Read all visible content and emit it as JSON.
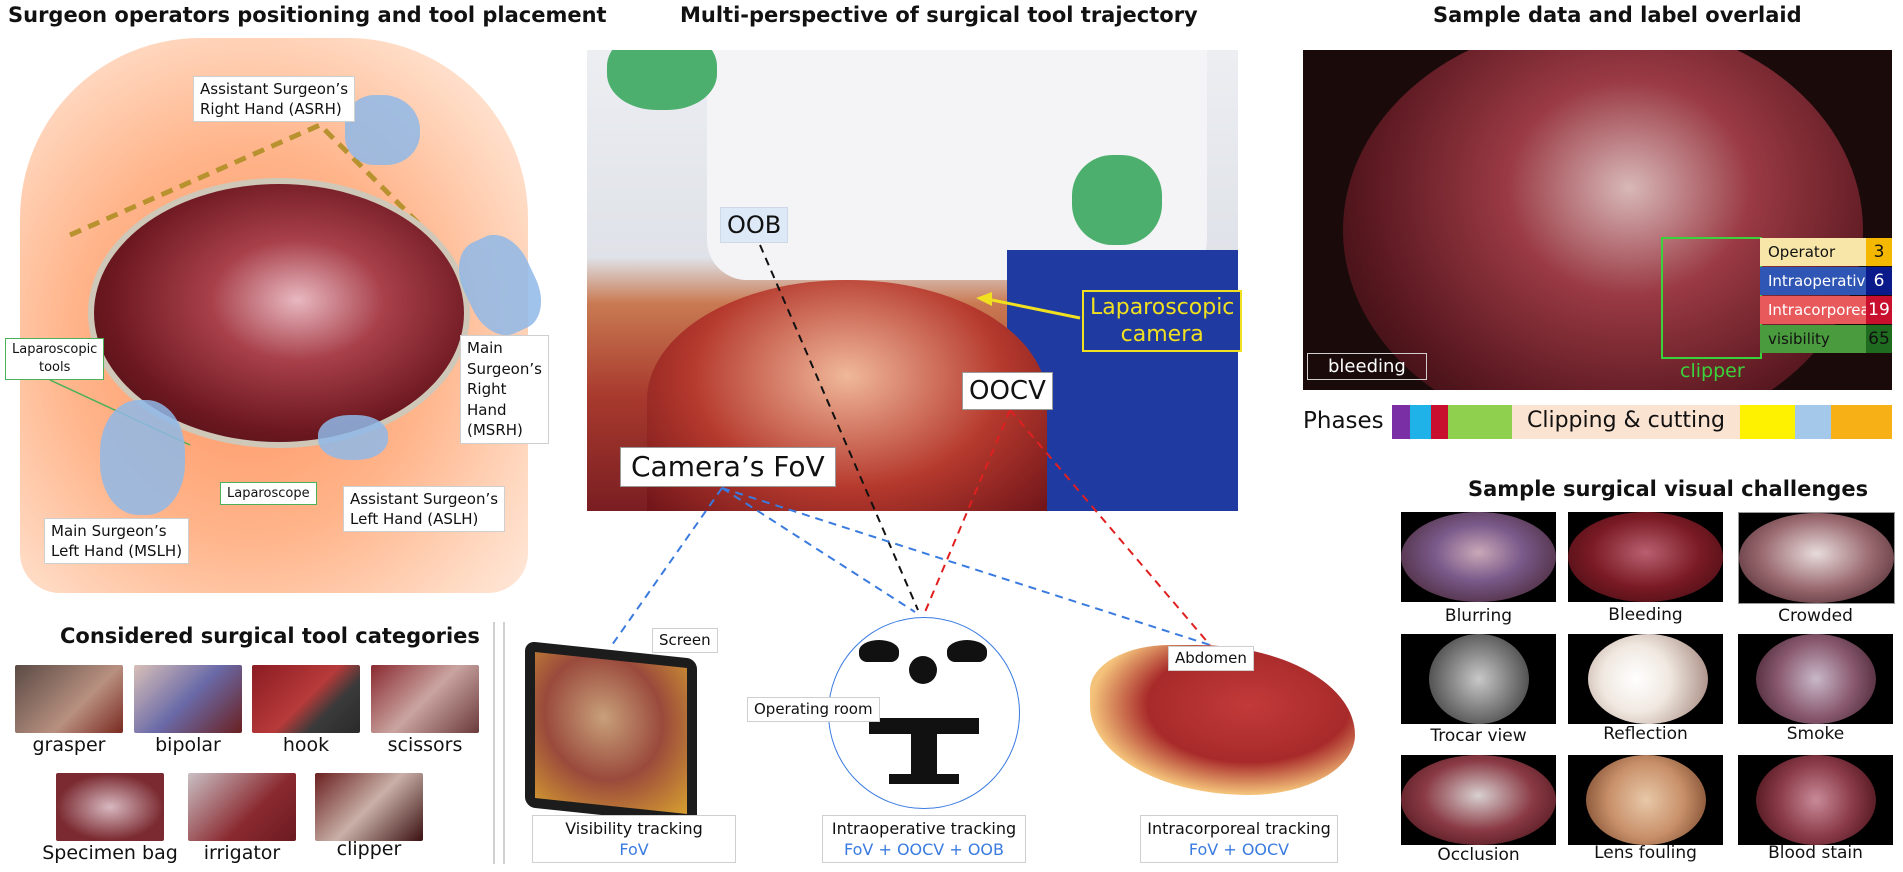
{
  "titles": {
    "left": "Surgeon operators positioning and tool placement",
    "middle": "Multi-perspective of surgical tool trajectory",
    "right": "Sample data and label overlaid",
    "tools": "Considered surgical tool categories",
    "challenges": "Sample surgical visual challenges"
  },
  "positioning": {
    "asrh": "Assistant Surgeon’s\nRight Hand (ASRH)",
    "msrh": "Main\nSurgeon’s\nRight\nHand\n(MSRH)",
    "aslh": "Assistant Surgeon’s\nLeft Hand (ASLH)",
    "mslh": "Main Surgeon’s\nLeft Hand (MSLH)",
    "tools": "Laparoscopic\ntools",
    "scope": "Laparoscope"
  },
  "trajectory": {
    "oob": "OOB",
    "oocv": "OOCV",
    "fov": "Camera’s FoV",
    "camera": "Laparoscopic\ncamera",
    "screen": "Screen",
    "room": "Operating room",
    "abdomen": "Abdomen",
    "track1_title": "Visibility tracking",
    "track1_sub": "FoV",
    "track2_title": "Intraoperative tracking",
    "track2_sub": "FoV + OOCV + OOB",
    "track3_title": "Intracorporeal tracking",
    "track3_sub": "FoV + OOCV"
  },
  "overlay": {
    "bleeding": "bleeding",
    "clipper": "clipper",
    "stats": [
      {
        "label": "Operator",
        "value": "3",
        "bg": "#f7e6a8",
        "num_bg": "#f5b800",
        "color": "#111"
      },
      {
        "label": "Intraoperative",
        "value": "6",
        "bg": "#2f56b5",
        "num_bg": "#0b1a8a",
        "color": "#fff"
      },
      {
        "label": "Intracorporeal",
        "value": "19",
        "bg": "#e8595c",
        "num_bg": "#c8102e",
        "color": "#fff"
      },
      {
        "label": "visibility",
        "value": "65",
        "bg": "#4a9a3e",
        "num_bg": "#1f6b1f",
        "color": "#111"
      }
    ],
    "phases_label": "Phases",
    "phase_text": "Clipping & cutting",
    "phase_colors": [
      "#7a2fa5",
      "#1fb2e8",
      "#c8102e",
      "#8fd14f",
      "#fbe3d2",
      "#fff200",
      "#a4c8ea",
      "#f7b117"
    ]
  },
  "tools": [
    "grasper",
    "bipolar",
    "hook",
    "scissors",
    "Specimen bag",
    "irrigator",
    "clipper"
  ],
  "challenges": [
    "Blurring",
    "Bleeding",
    "Crowded",
    "Trocar view",
    "Reflection",
    "Smoke",
    "Occlusion",
    "Lens fouling",
    "Blood stain"
  ]
}
